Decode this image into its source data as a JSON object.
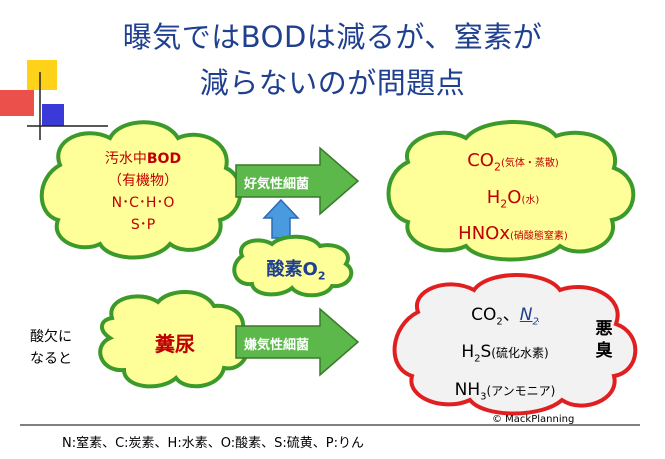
{
  "title": {
    "line1": "曝気ではBODは減るが、窒素が",
    "line2": "減らないのが問題点"
  },
  "top_left_cloud": {
    "line1_prefix": "汚水中",
    "line1_bold": "BOD",
    "line2": "（有機物）",
    "line3": "N･C･H･O",
    "line4": "S･P"
  },
  "aerobic_arrow": {
    "label": "好気性細菌"
  },
  "oxygen_cloud": {
    "text": "酸素O",
    "subscript": "2"
  },
  "top_right_cloud": {
    "co2_main": "CO",
    "co2_sub": "2",
    "co2_note": "(気体・蒸散)",
    "h2o_h": "H",
    "h2o_sub": "2",
    "h2o_o": "O",
    "h2o_note": "(水)",
    "hnox_main": "HNOx",
    "hnox_note": "(硝酸態窒素)"
  },
  "bottom_left_label": {
    "line1": "酸欠に",
    "line2": "なると"
  },
  "feces_cloud": {
    "text": "糞尿"
  },
  "anaerobic_arrow": {
    "label": "嫌気性細菌"
  },
  "bottom_right_cloud": {
    "co2_main": "CO",
    "co2_sub": "2",
    "co2_sep": "、",
    "n2_main": "N",
    "n2_sub": "2",
    "h2s_h": "H",
    "h2s_sub": "2",
    "h2s_s": "S",
    "h2s_note": "(硫化水素)",
    "nh3_main": "NH",
    "nh3_sub": "3",
    "nh3_note": "(アンモニア)"
  },
  "bad_smell": {
    "char1": "悪",
    "char2": "臭"
  },
  "copyright": "© MackPlanning",
  "legend": "N:窒素、C:炭素、H:水素、O:酸素、S:硫黄、P:りん",
  "colors": {
    "title": "#1f3f8f",
    "cloud_fill": "#ffff99",
    "cloud_stroke": "#3c9a2a",
    "text_red": "#c00000",
    "text_blue": "#1f3f8f",
    "arrow_fill": "#5cb84a",
    "up_arrow": "#4a9ae0",
    "pink_cloud": "#f2f2f2",
    "pink_stroke": "#e02020"
  }
}
